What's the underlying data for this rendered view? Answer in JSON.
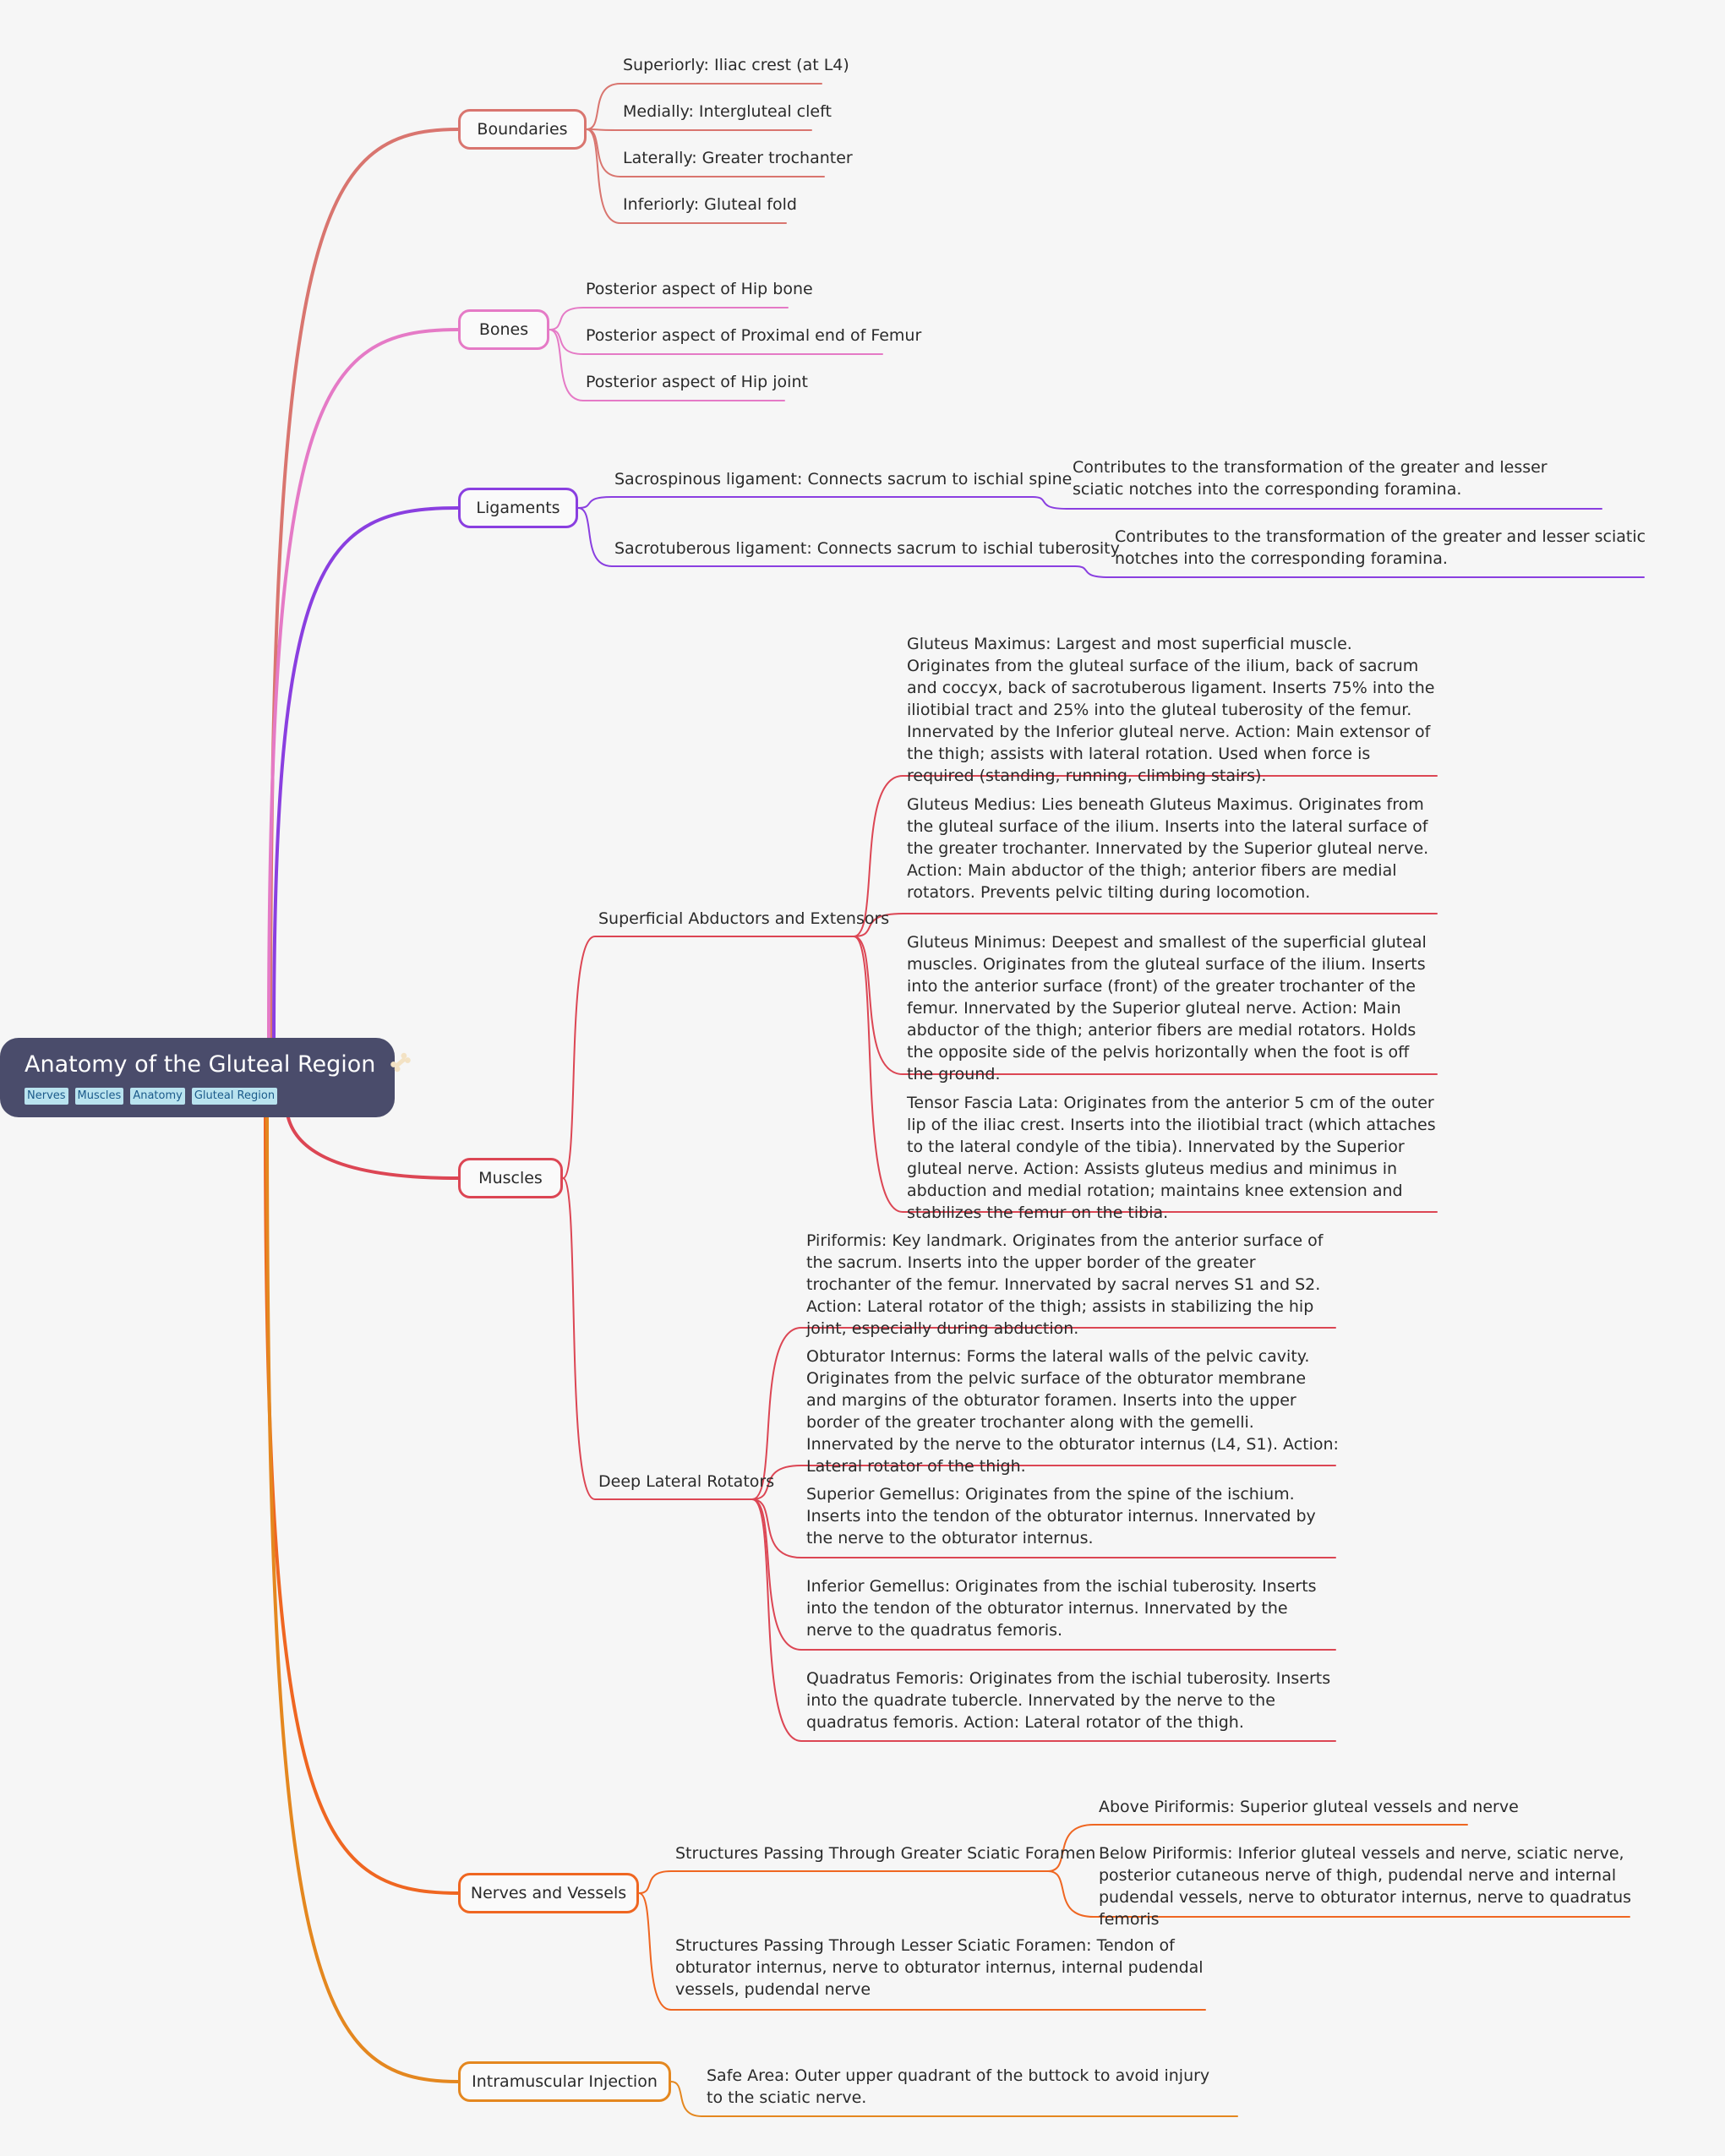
{
  "root": {
    "title": "Anatomy of the Gluteal Region",
    "icon": "bone-icon",
    "tags": [
      "Nerves",
      "Muscles",
      "Anatomy",
      "Gluteal Region"
    ]
  },
  "colors": {
    "background": "#f6f6f6",
    "root": "#4a4c6b",
    "tag_bg": "#b9e3ef",
    "tag_text": "#1b5a8a",
    "boundaries": "#d9756f",
    "bones": "#e57ac6",
    "ligaments": "#8a3fe0",
    "muscles": "#dc4654",
    "nerves_vessels": "#ef6621",
    "injection": "#e4871f"
  },
  "branches": {
    "boundaries": {
      "label": "Boundaries",
      "items": [
        "Superiorly: Iliac crest (at L4)",
        "Medially: Intergluteal cleft",
        "Laterally: Greater trochanter",
        "Inferiorly: Gluteal fold"
      ]
    },
    "bones": {
      "label": "Bones",
      "items": [
        "Posterior aspect of Hip bone",
        "Posterior aspect of Proximal end of Femur",
        "Posterior aspect of Hip joint"
      ]
    },
    "ligaments": {
      "label": "Ligaments",
      "items": [
        {
          "text": "Sacrospinous ligament: Connects sacrum to ischial spine",
          "note": "Contributes to the transformation of the greater and lesser sciatic notches into the corresponding foramina."
        },
        {
          "text": "Sacrotuberous ligament: Connects sacrum to ischial tuberosity",
          "note": "Contributes to the transformation of the greater and lesser sciatic notches into the corresponding foramina."
        }
      ]
    },
    "muscles": {
      "label": "Muscles",
      "superficial": {
        "label": "Superficial Abductors and Extensors",
        "items": [
          "Gluteus Maximus: Largest and most superficial muscle. Originates from the gluteal surface of the ilium, back of sacrum and coccyx, back of sacrotuberous ligament.  Inserts 75% into the iliotibial tract and 25% into the gluteal tuberosity of the femur. Innervated by the Inferior gluteal nerve.  Action: Main extensor of the thigh; assists with lateral rotation. Used when force is required (standing, running, climbing stairs).",
          "Gluteus Medius: Lies beneath Gluteus Maximus. Originates from the gluteal surface of the ilium. Inserts into the lateral surface of the greater trochanter. Innervated by the Superior gluteal nerve. Action: Main abductor of the thigh; anterior fibers are medial rotators. Prevents pelvic tilting during locomotion.",
          "Gluteus Minimus: Deepest and smallest of the superficial gluteal muscles. Originates from the gluteal surface of the ilium. Inserts into the anterior surface (front) of the greater trochanter of the femur. Innervated by the Superior gluteal nerve. Action: Main abductor of the thigh; anterior fibers are medial rotators. Holds the opposite side of the pelvis horizontally when the foot is off the ground.",
          "Tensor Fascia Lata: Originates from the anterior 5 cm of the outer lip of the iliac crest. Inserts into the iliotibial tract (which attaches to the lateral condyle of the tibia). Innervated by the Superior gluteal nerve. Action: Assists gluteus medius and minimus in abduction and medial rotation; maintains knee extension and stabilizes the femur on the tibia."
        ]
      },
      "deep": {
        "label": "Deep Lateral Rotators",
        "items": [
          "Piriformis: Key landmark. Originates from the anterior surface of the sacrum. Inserts into the upper border of the greater trochanter of the femur. Innervated by sacral nerves S1 and S2. Action: Lateral rotator of the thigh; assists in stabilizing the hip joint, especially during abduction.",
          "Obturator Internus: Forms the lateral walls of the pelvic cavity. Originates from the pelvic surface of the obturator membrane and margins of the obturator foramen. Inserts into the upper border of the greater trochanter along with the gemelli. Innervated by the nerve to the obturator internus (L4, S1). Action: Lateral rotator of the thigh.",
          "Superior Gemellus: Originates from the spine of the ischium. Inserts into the tendon of the obturator internus. Innervated by the nerve to the obturator internus.",
          "Inferior Gemellus: Originates from the ischial tuberosity. Inserts into the tendon of the obturator internus. Innervated by the nerve to the quadratus femoris.",
          "Quadratus Femoris: Originates from the ischial tuberosity. Inserts into the quadrate tubercle. Innervated by the nerve to the quadratus femoris. Action: Lateral rotator of the thigh."
        ]
      }
    },
    "nerves_vessels": {
      "label": "Nerves and Vessels",
      "greater": {
        "label": "Structures Passing Through Greater Sciatic Foramen",
        "items": [
          "Above Piriformis: Superior gluteal vessels and nerve",
          "Below Piriformis: Inferior gluteal vessels and nerve, sciatic nerve, posterior cutaneous nerve of thigh, pudendal nerve and internal pudendal vessels, nerve to obturator internus, nerve to quadratus femoris"
        ]
      },
      "lesser": "Structures Passing Through Lesser Sciatic Foramen: Tendon of obturator internus, nerve to obturator internus, internal pudendal vessels, pudendal nerve"
    },
    "injection": {
      "label": "Intramuscular Injection",
      "item": "Safe Area: Outer upper quadrant of the buttock to avoid injury to the sciatic nerve."
    }
  }
}
